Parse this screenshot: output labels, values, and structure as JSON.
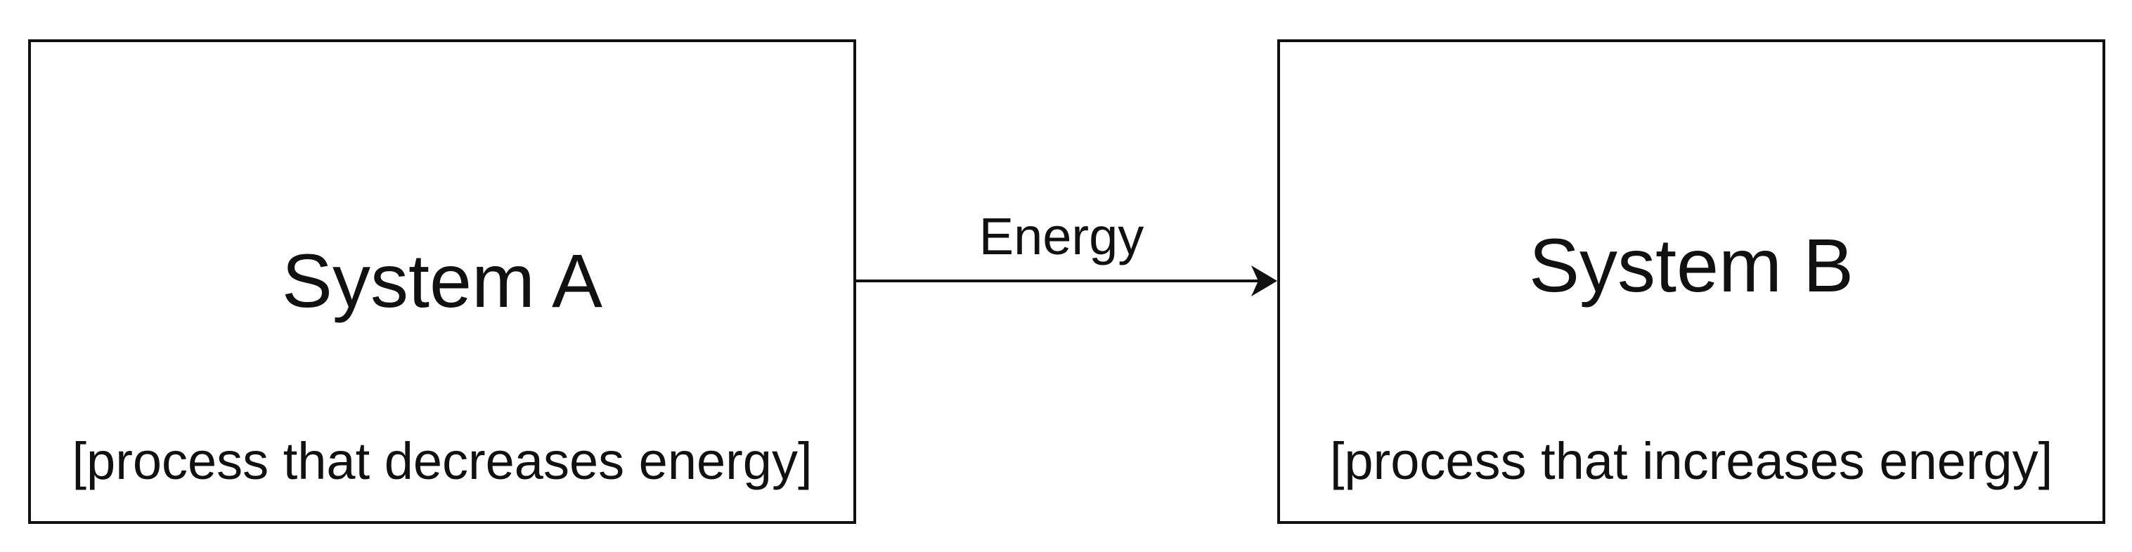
{
  "system_a": {
    "title": "System A",
    "process": "[process that decreases energy]"
  },
  "system_b": {
    "title": "System B",
    "process": "[process that increases energy]"
  },
  "arrow": {
    "label": "Energy"
  },
  "colors": {
    "stroke": "#111111",
    "background": "#ffffff"
  }
}
